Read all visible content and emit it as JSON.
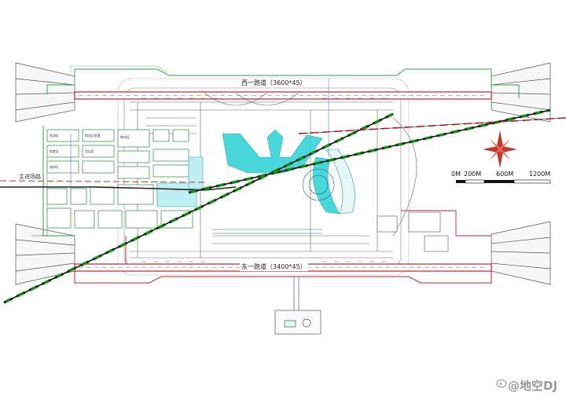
{
  "runways": {
    "west": "西一跑道（3600*45）",
    "east": "东一跑道（3400*45）"
  },
  "labels": {
    "expressway": "主进场路"
  },
  "scale_bar": {
    "ticks": [
      "0M",
      "200M",
      "600M",
      "1200M"
    ]
  },
  "watermark": "@地空DJ",
  "colors": {
    "terminal_cyan": "#2ad1d6",
    "rail_dash": "#1a8a1a",
    "runway_red": "#d01f2a",
    "boundary_green": "#2fa84a"
  },
  "icons": [
    "compass-rose-icon",
    "weibo-icon"
  ]
}
